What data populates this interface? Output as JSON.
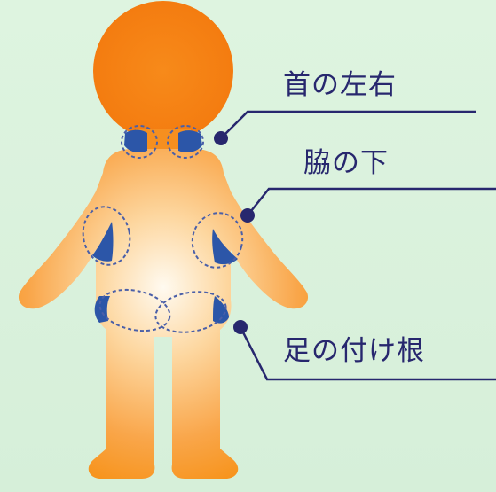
{
  "callouts": {
    "neck": {
      "label": "首の左右"
    },
    "armpit": {
      "label": "脇の下"
    },
    "groin": {
      "label": "足の付け根"
    }
  },
  "colors": {
    "background": "#d9f1dc",
    "body_orange": "#f7941d",
    "body_light": "#fff3dc",
    "marker_blue": "#2c56a8",
    "line_navy": "#27276e"
  }
}
